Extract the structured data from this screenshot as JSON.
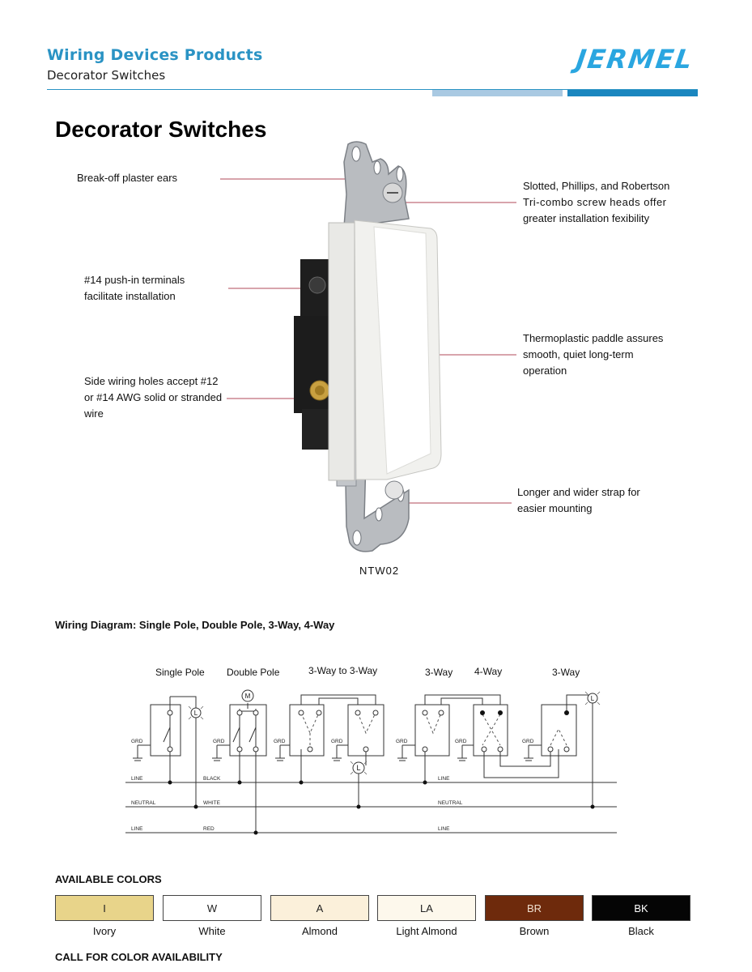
{
  "header": {
    "category": "Wiring Devices Products",
    "subcategory": "Decorator Switches",
    "logo_text": "JERMEL",
    "accent_color": "#2a93c4"
  },
  "page_title": "Decorator Switches",
  "callouts": {
    "ears": "Break-off plaster ears",
    "screws": [
      "Slotted, Phillips, and Robertson",
      "Tri-combo screw heads offer",
      "greater installation fexibility"
    ],
    "terminals": [
      "#14 push-in terminals",
      "facilitate installation"
    ],
    "paddle": [
      "Thermoplastic paddle assures",
      "smooth, quiet long-term",
      "operation"
    ],
    "side_wiring": [
      "Side wiring holes accept #12",
      "or #14 AWG solid or stranded",
      "wire"
    ],
    "strap": [
      "Longer and wider strap for",
      "easier mounting"
    ]
  },
  "model": "NTW02",
  "wiring": {
    "title": "Wiring Diagram: Single Pole, Double Pole, 3-Way, 4-Way",
    "labels": {
      "single_pole": "Single Pole",
      "double_pole": "Double Pole",
      "three_to_three": "3-Way to 3-Way",
      "three_way_a": "3-Way",
      "four_way": "4-Way",
      "three_way_b": "3-Way",
      "grd": "GRD",
      "line": "LINE",
      "neutral": "NEUTRAL",
      "black": "BLACK",
      "white": "WHITE",
      "red": "RED",
      "lamp": "L",
      "motor": "M"
    }
  },
  "colors": {
    "title": "AVAILABLE COLORS",
    "items": [
      {
        "code": "I",
        "name": "Ivory",
        "hex": "#e8d48a",
        "text_color": "#222"
      },
      {
        "code": "W",
        "name": "White",
        "hex": "#ffffff",
        "text_color": "#222"
      },
      {
        "code": "A",
        "name": "Almond",
        "hex": "#fbf0da",
        "text_color": "#222"
      },
      {
        "code": "LA",
        "name": "Light Almond",
        "hex": "#fdf8ec",
        "text_color": "#222"
      },
      {
        "code": "BR",
        "name": "Brown",
        "hex": "#6e2a0c",
        "text_color": "#f0e0d0"
      },
      {
        "code": "BK",
        "name": "Black",
        "hex": "#050505",
        "text_color": "#ffffff"
      }
    ],
    "footer": "CALL FOR COLOR AVAILABILITY"
  }
}
